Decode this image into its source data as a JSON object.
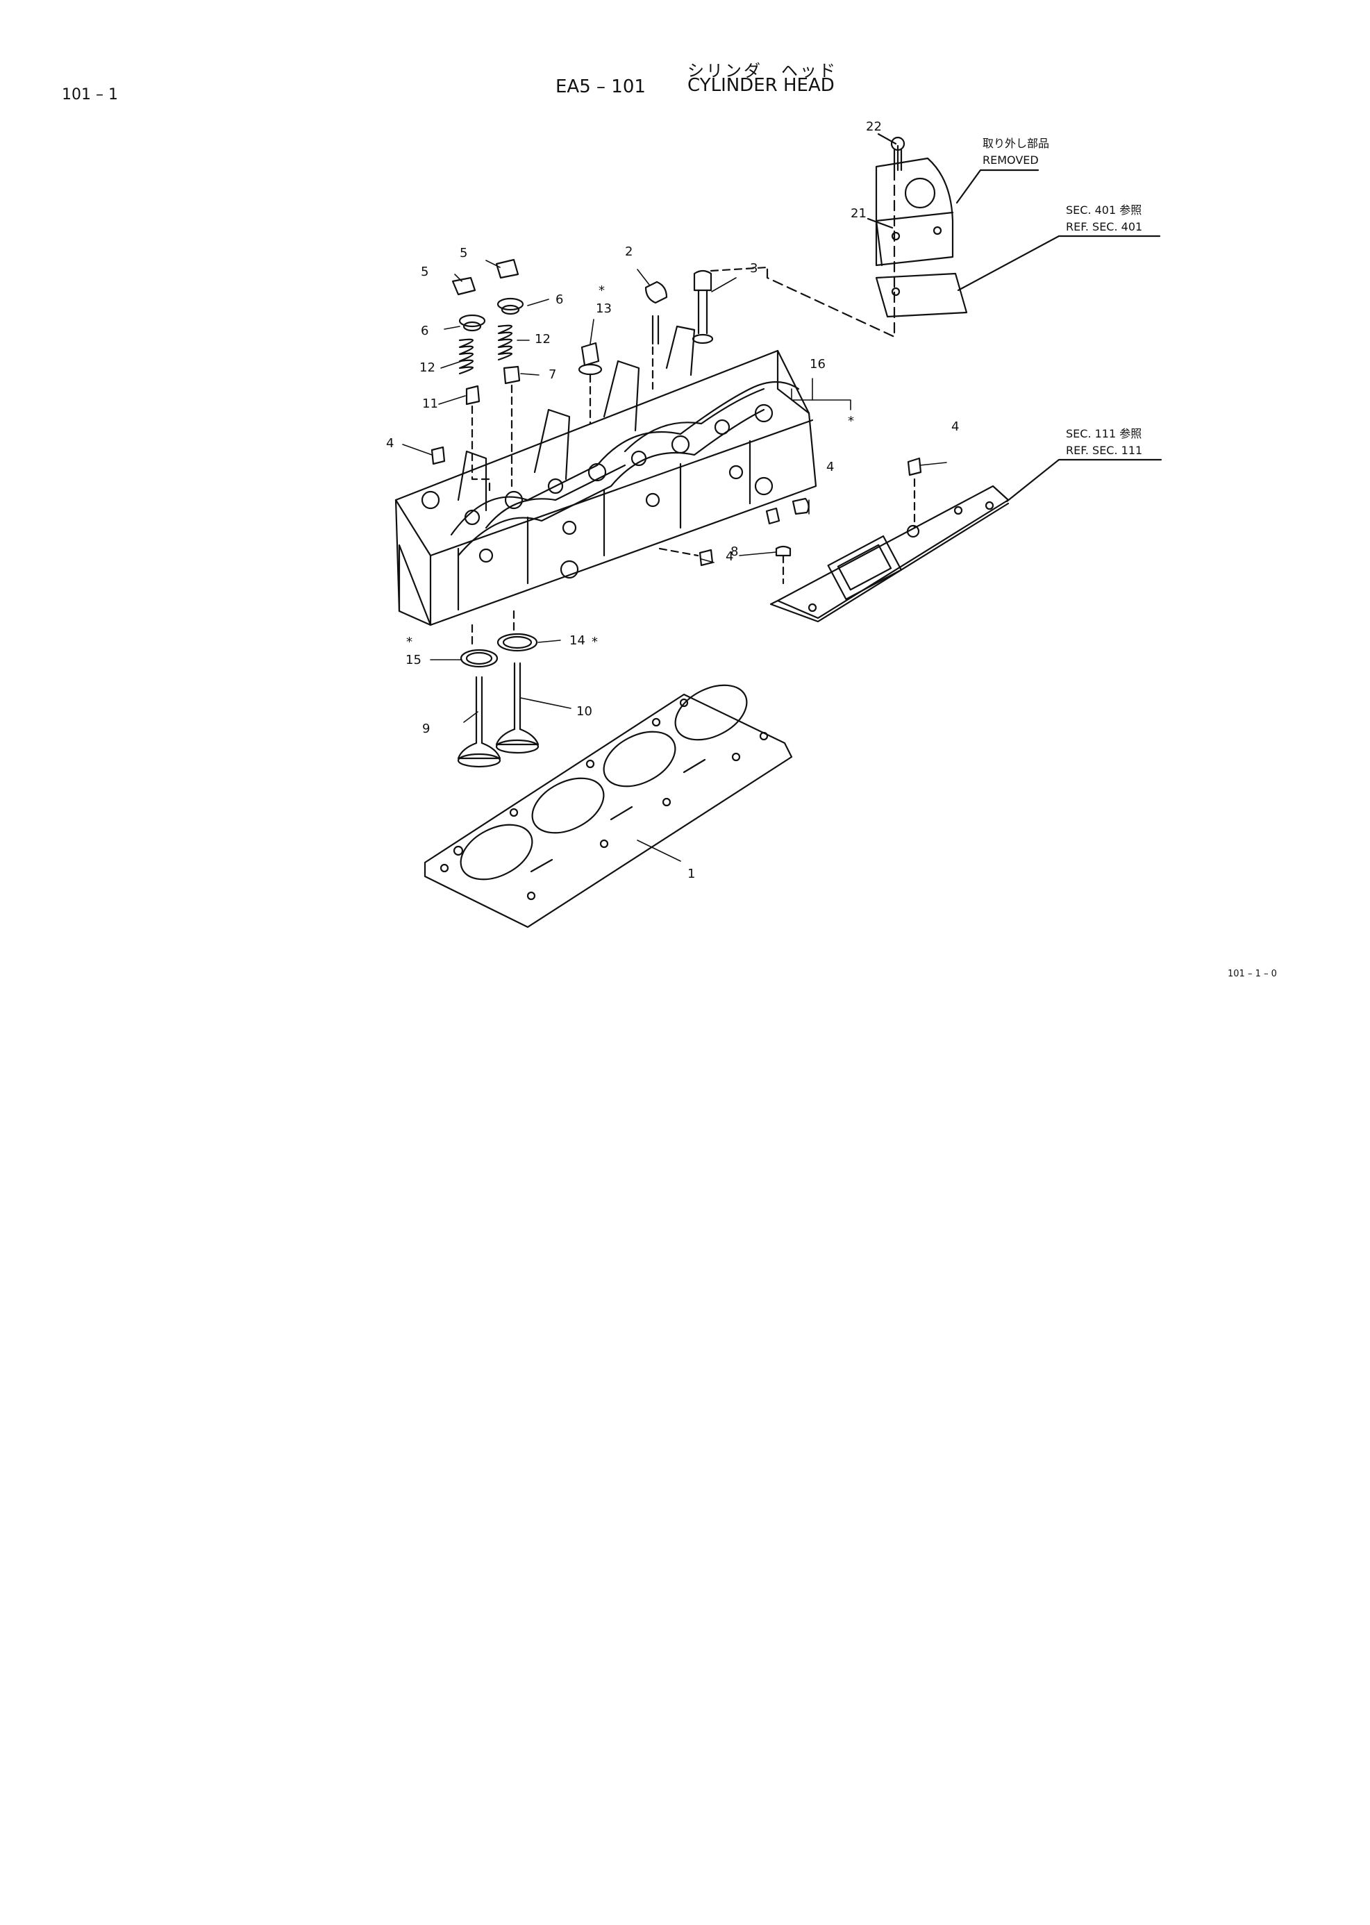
{
  "header": {
    "page_number": "101 – 1",
    "section_code": "EA5 – 101",
    "title_jp": "シリンダ　ヘッド",
    "title_en": "CYLINDER  HEAD"
  },
  "notes": {
    "removed_jp": "取り外し部品",
    "removed_en": "REMOVED",
    "sec401_jp": "SEC. 401 参照",
    "sec401_en": "REF. SEC. 401",
    "sec111_jp": "SEC. 111 参照",
    "sec111_en": "REF. SEC. 111"
  },
  "callouts": {
    "p1": "1",
    "p2": "2",
    "p3": "3",
    "p4a": "4",
    "p4b": "4",
    "p4c": "4",
    "p4d": "4",
    "p5a": "5",
    "p5b": "5",
    "p6a": "6",
    "p6b": "6",
    "p7": "7",
    "p8": "8",
    "p9": "9",
    "p10": "10",
    "p11": "11",
    "p12a": "12",
    "p12b": "12",
    "p13": "13",
    "p14": "14",
    "p15": "15",
    "p16": "16",
    "p21": "21",
    "p22": "22",
    "star": "*"
  },
  "footer": {
    "figure_ref": "101 – 1 – 0"
  }
}
